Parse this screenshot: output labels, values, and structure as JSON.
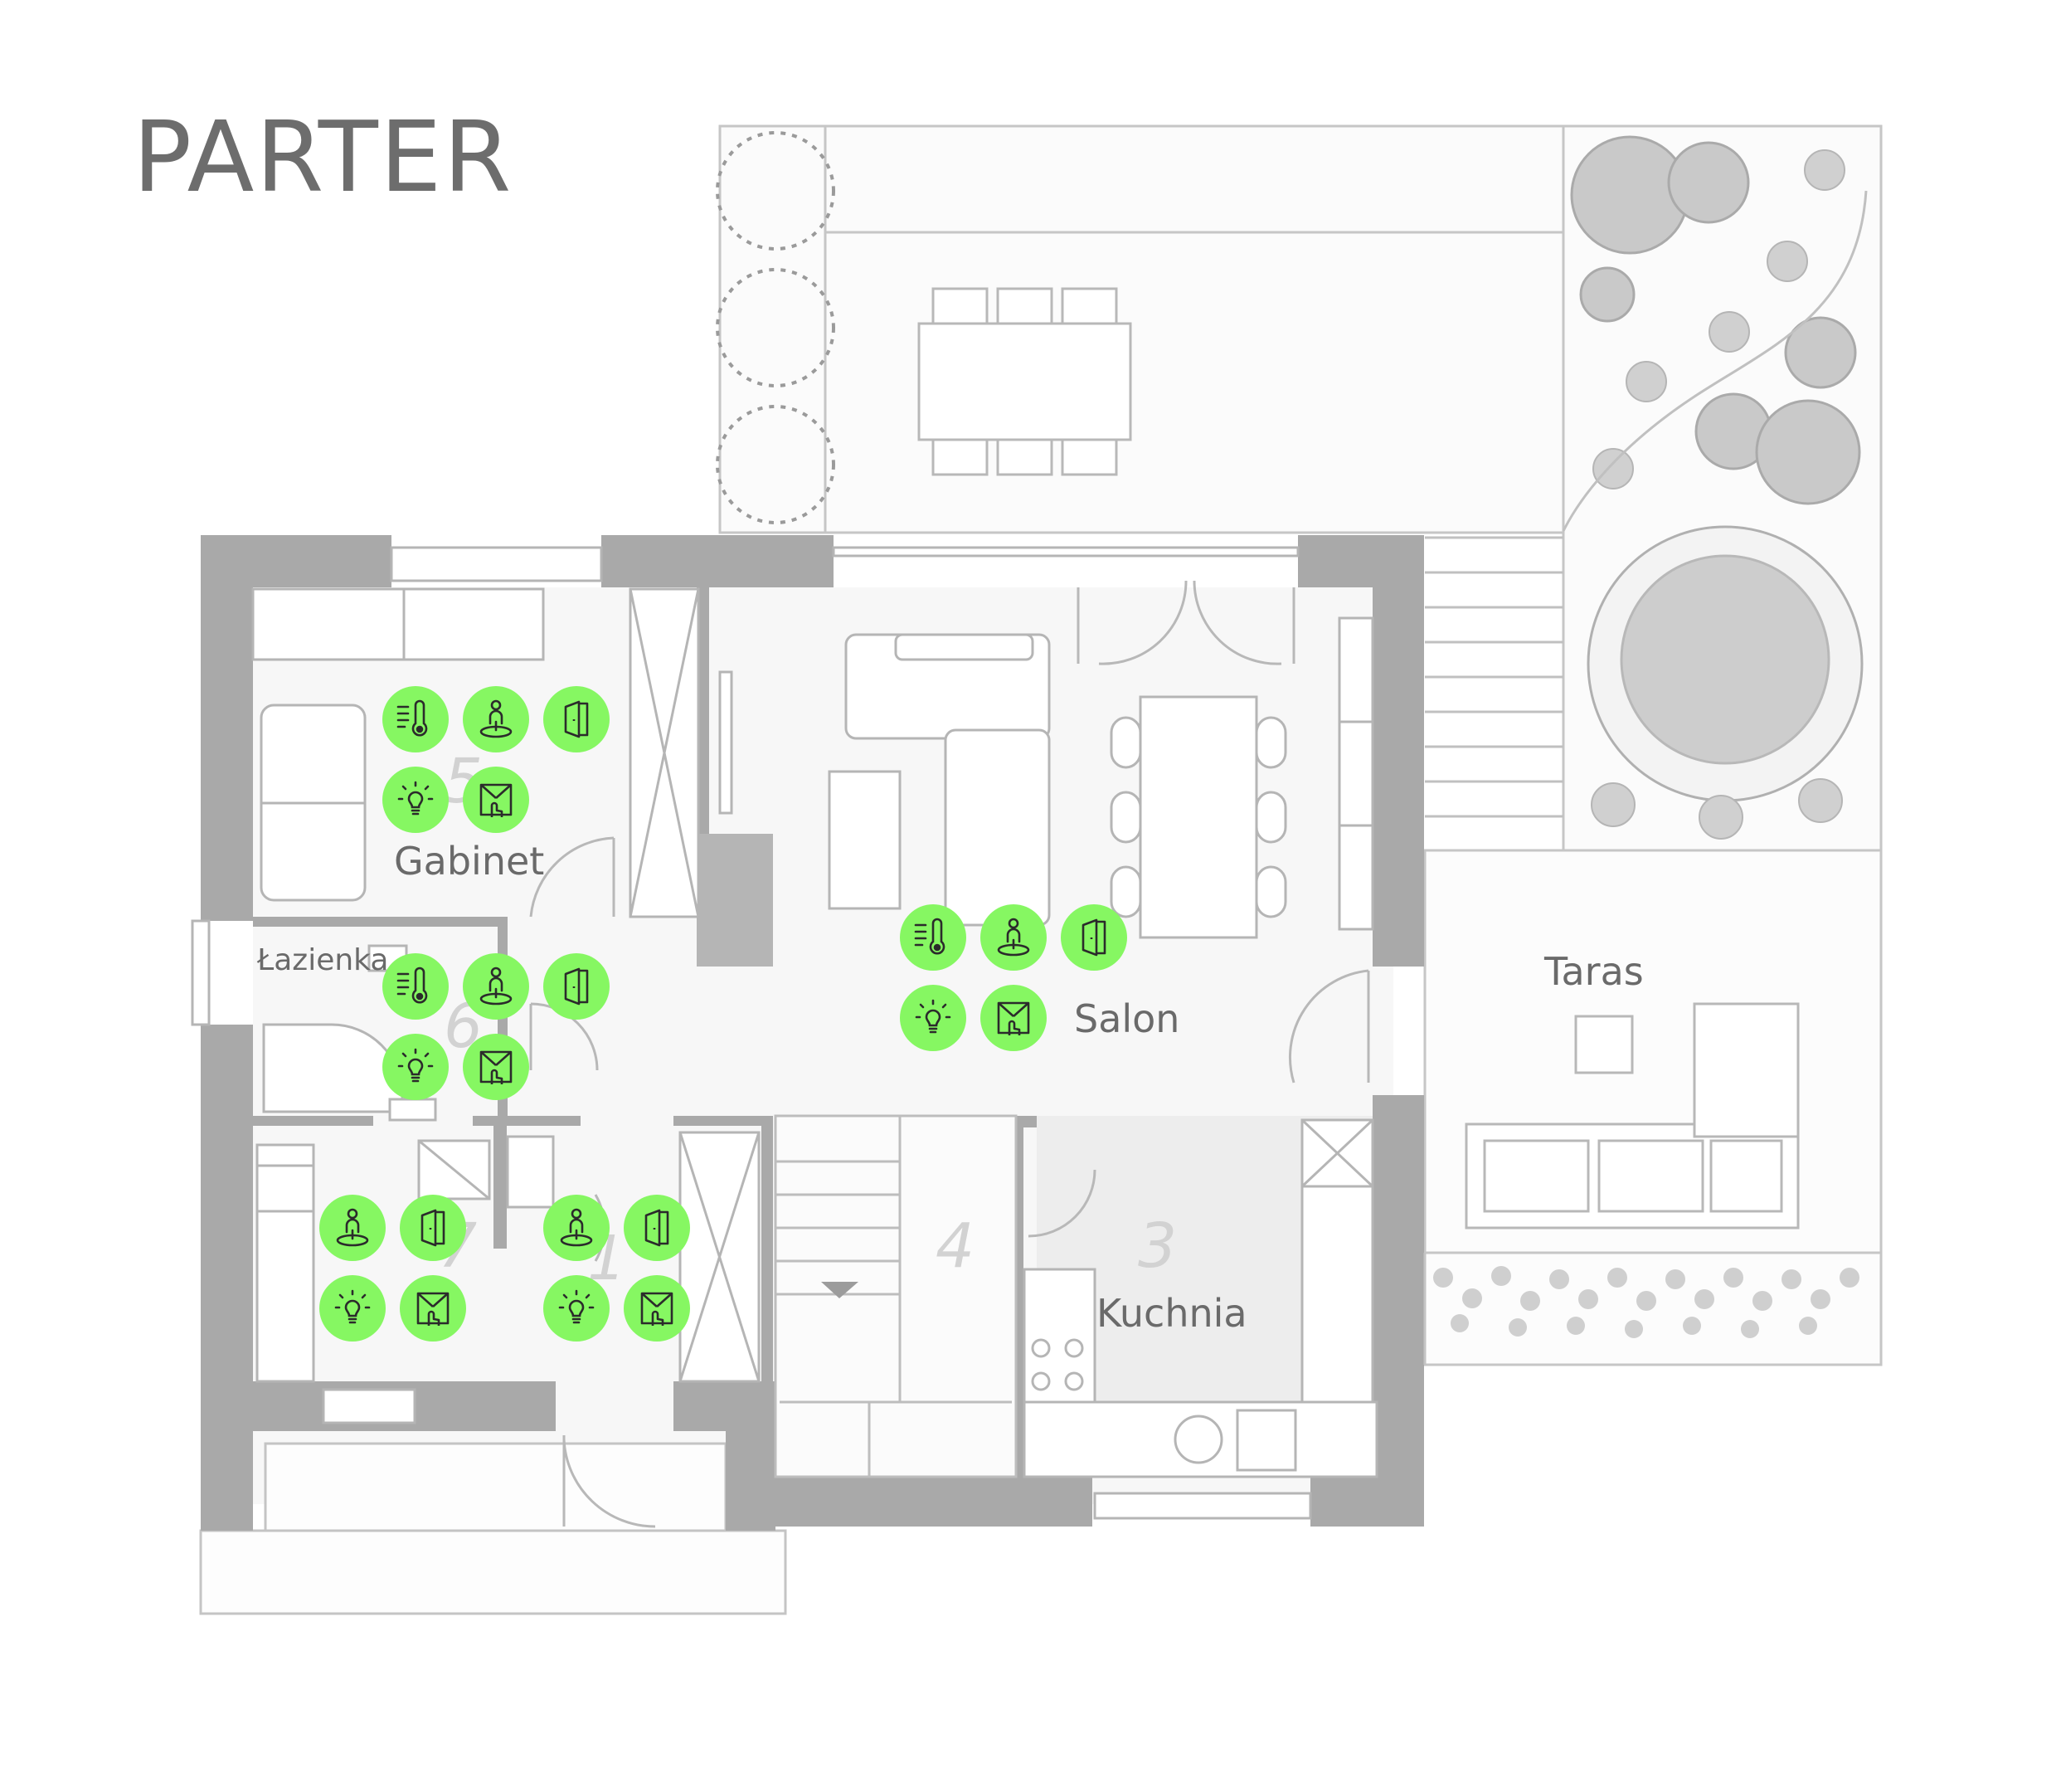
{
  "title": "PARTER",
  "colors": {
    "badge": "#86f762",
    "icon_stroke": "#2b2b2b",
    "wall": "#a9a9a9",
    "line": "#bdbdbd",
    "floor": "#f7f7f7",
    "title": "#6d6d6d",
    "label": "#6a6a6a",
    "room_number": "#d2d2d2"
  },
  "rooms": {
    "gabinet": {
      "label": "Gabinet",
      "number": "5"
    },
    "lazienka": {
      "label": "Łazienka",
      "number": "6"
    },
    "salon": {
      "label": "Salon"
    },
    "kuchnia": {
      "label": "Kuchnia",
      "number": "3"
    },
    "taras": {
      "label": "Taras"
    },
    "hall": {
      "number": "1"
    },
    "closet": {
      "number": "7"
    },
    "stairs": {
      "number": "4"
    }
  },
  "device_icons": {
    "thermostat": "thermometer-icon",
    "presence": "presence-sensor-icon",
    "door": "door-sensor-icon",
    "light": "light-bulb-icon",
    "blinds": "blinds-control-icon"
  }
}
